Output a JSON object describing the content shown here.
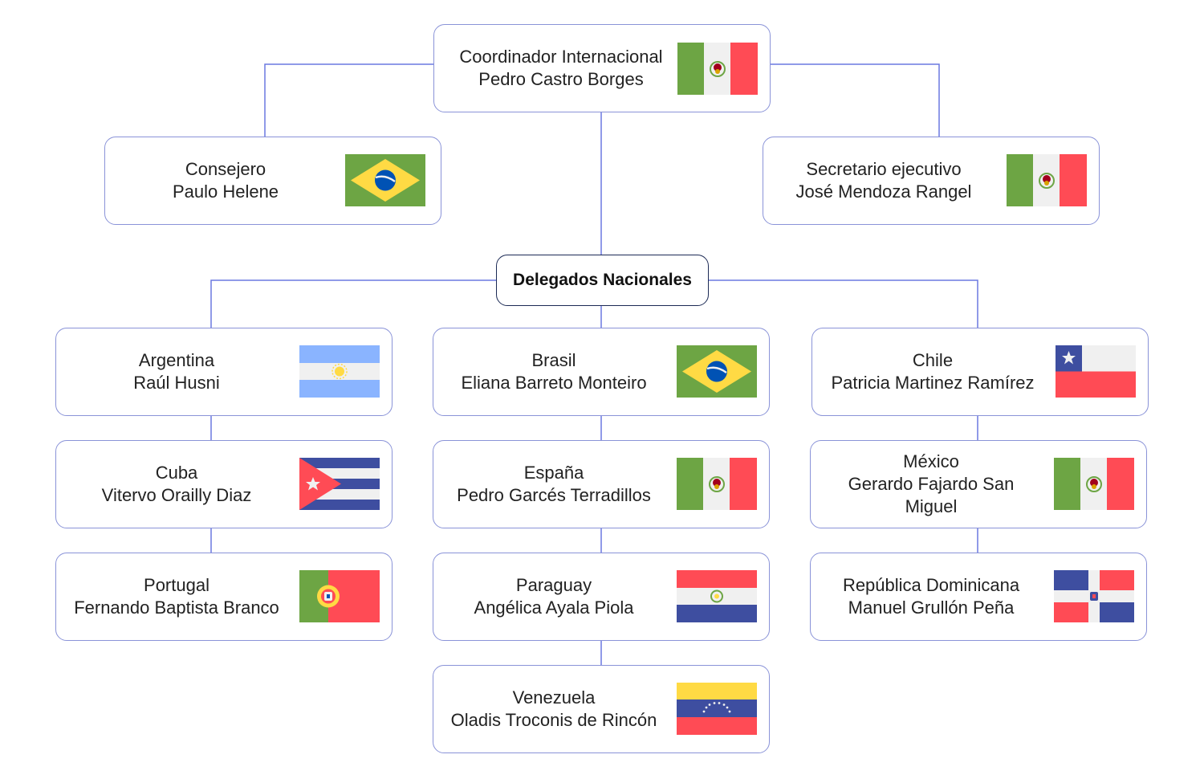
{
  "chart_top": {
    "coordinator": {
      "role": "Coordinador Internacional",
      "name": "Pedro Castro Borges",
      "flag": "mexico-flag"
    },
    "advisor": {
      "role": "Consejero",
      "name": "Paulo Helene",
      "flag": "brazil-flag"
    },
    "secretary": {
      "role": "Secretario ejecutivo",
      "name": "José Mendoza Rangel",
      "flag": "mexico-flag"
    }
  },
  "section": {
    "title": "Delegados Nacionales"
  },
  "delegates": [
    {
      "country": "Argentina",
      "name": "Raúl Husni",
      "flag": "argentina-flag"
    },
    {
      "country": "Cuba",
      "name": "Vitervo Orailly Diaz",
      "flag": "cuba-flag"
    },
    {
      "country": "Portugal",
      "name": "Fernando Baptista Branco",
      "flag": "portugal-flag"
    },
    {
      "country": "Brasil",
      "name": "Eliana Barreto Monteiro",
      "flag": "brazil-flag"
    },
    {
      "country": "España",
      "name": "Pedro Garcés Terradillos",
      "flag": "mexico-flag"
    },
    {
      "country": "Paraguay",
      "name": "Angélica Ayala Piola",
      "flag": "paraguay-flag"
    },
    {
      "country": "Venezuela",
      "name": "Oladis Troconis de Rincón",
      "flag": "venezuela-flag"
    },
    {
      "country": "Chile",
      "name": "Patricia Martinez Ramírez",
      "flag": "chile-flag"
    },
    {
      "country": "México",
      "name": "Gerardo Fajardo San Miguel",
      "flag": "mexico-flag"
    },
    {
      "country": "República Dominicana",
      "name": "Manuel Grullón Peña",
      "flag": "dominican-republic-flag"
    }
  ],
  "colors": {
    "connector": "#6b78e0",
    "box_border": "#8a93d8",
    "heading_border": "#1c2a55"
  }
}
